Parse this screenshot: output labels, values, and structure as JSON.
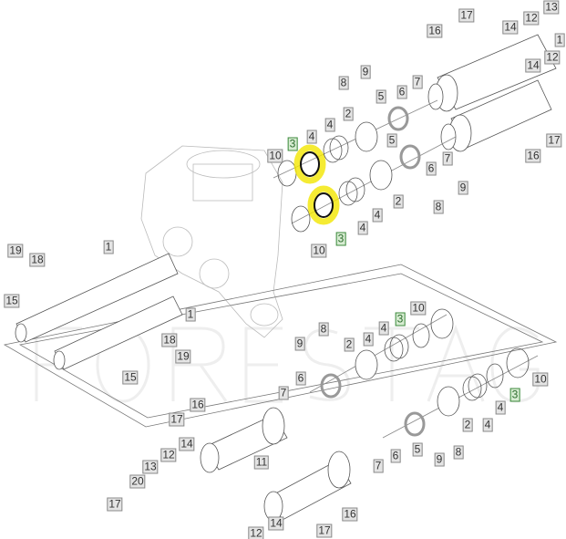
{
  "diagram": {
    "watermark": "FORESTAGRI",
    "highlight_color": "#f2e600",
    "callout_highlight_color": "#3c8a3c",
    "callouts": [
      {
        "number": "17",
        "highlighted": false
      },
      {
        "number": "16",
        "highlighted": false
      },
      {
        "number": "14",
        "highlighted": false
      },
      {
        "number": "12",
        "highlighted": false
      },
      {
        "number": "13",
        "highlighted": false
      },
      {
        "number": "1",
        "highlighted": false
      },
      {
        "number": "14",
        "highlighted": false
      },
      {
        "number": "12",
        "highlighted": false
      },
      {
        "number": "9",
        "highlighted": false
      },
      {
        "number": "8",
        "highlighted": false
      },
      {
        "number": "5",
        "highlighted": false
      },
      {
        "number": "6",
        "highlighted": false
      },
      {
        "number": "7",
        "highlighted": false
      },
      {
        "number": "2",
        "highlighted": false
      },
      {
        "number": "4",
        "highlighted": false
      },
      {
        "number": "4",
        "highlighted": false
      },
      {
        "number": "3",
        "highlighted": true
      },
      {
        "number": "10",
        "highlighted": false
      },
      {
        "number": "5",
        "highlighted": false
      },
      {
        "number": "6",
        "highlighted": false
      },
      {
        "number": "7",
        "highlighted": false
      },
      {
        "number": "17",
        "highlighted": false
      },
      {
        "number": "16",
        "highlighted": false
      },
      {
        "number": "9",
        "highlighted": false
      },
      {
        "number": "2",
        "highlighted": false
      },
      {
        "number": "8",
        "highlighted": false
      },
      {
        "number": "4",
        "highlighted": false
      },
      {
        "number": "4",
        "highlighted": false
      },
      {
        "number": "3",
        "highlighted": true
      },
      {
        "number": "10",
        "highlighted": false
      },
      {
        "number": "19",
        "highlighted": false
      },
      {
        "number": "18",
        "highlighted": false
      },
      {
        "number": "15",
        "highlighted": false
      },
      {
        "number": "1",
        "highlighted": false
      },
      {
        "number": "1",
        "highlighted": false
      },
      {
        "number": "18",
        "highlighted": false
      },
      {
        "number": "19",
        "highlighted": false
      },
      {
        "number": "15",
        "highlighted": false
      },
      {
        "number": "10",
        "highlighted": false
      },
      {
        "number": "3",
        "highlighted": true
      },
      {
        "number": "4",
        "highlighted": false
      },
      {
        "number": "4",
        "highlighted": false
      },
      {
        "number": "8",
        "highlighted": false
      },
      {
        "number": "9",
        "highlighted": false
      },
      {
        "number": "2",
        "highlighted": false
      },
      {
        "number": "6",
        "highlighted": false
      },
      {
        "number": "7",
        "highlighted": false
      },
      {
        "number": "16",
        "highlighted": false
      },
      {
        "number": "17",
        "highlighted": false
      },
      {
        "number": "10",
        "highlighted": false
      },
      {
        "number": "3",
        "highlighted": true
      },
      {
        "number": "4",
        "highlighted": false
      },
      {
        "number": "4",
        "highlighted": false
      },
      {
        "number": "2",
        "highlighted": false
      },
      {
        "number": "5",
        "highlighted": false
      },
      {
        "number": "8",
        "highlighted": false
      },
      {
        "number": "9",
        "highlighted": false
      },
      {
        "number": "6",
        "highlighted": false
      },
      {
        "number": "7",
        "highlighted": false
      },
      {
        "number": "14",
        "highlighted": false
      },
      {
        "number": "12",
        "highlighted": false
      },
      {
        "number": "13",
        "highlighted": false
      },
      {
        "number": "11",
        "highlighted": false
      },
      {
        "number": "20",
        "highlighted": false
      },
      {
        "number": "17",
        "highlighted": false
      },
      {
        "number": "16",
        "highlighted": false
      },
      {
        "number": "14",
        "highlighted": false
      },
      {
        "number": "12",
        "highlighted": false
      },
      {
        "number": "17",
        "highlighted": false
      }
    ]
  }
}
